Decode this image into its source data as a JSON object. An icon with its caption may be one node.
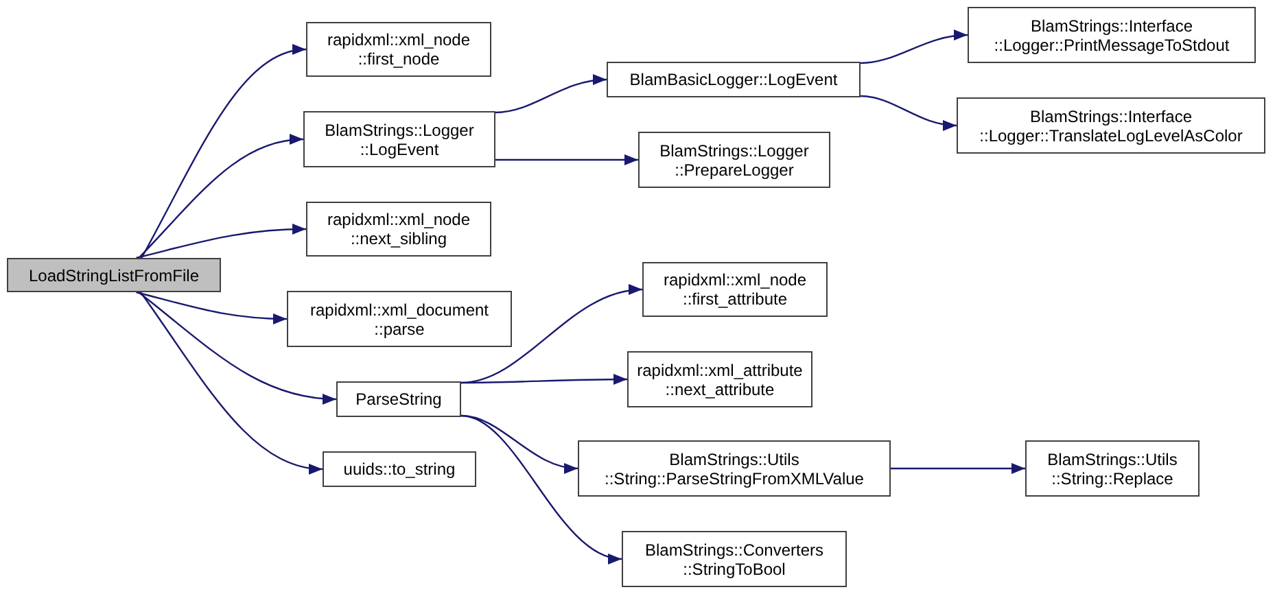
{
  "diagram": {
    "nodes": [
      {
        "text": [
          "LoadStringListFromFile"
        ]
      },
      {
        "text": [
          "rapidxml::xml_node ::first_node"
        ]
      },
      {
        "text": [
          "BlamStrings::Logger ::LogEvent"
        ]
      },
      {
        "text": [
          "rapidxml::xml_node ::next_sibling"
        ]
      },
      {
        "text": [
          "rapidxml::xml_document ::parse"
        ]
      },
      {
        "text": [
          "ParseString"
        ]
      },
      {
        "text": [
          "uuids::to_string"
        ]
      },
      {
        "text": [
          "BlamBasicLogger::LogEvent"
        ]
      },
      {
        "text": [
          "BlamStrings::Logger ::PrepareLogger"
        ]
      },
      {
        "text": [
          "rapidxml::xml_node ::first_attribute"
        ]
      },
      {
        "text": [
          "rapidxml::xml_attribute ::next_attribute"
        ]
      },
      {
        "text": [
          "BlamStrings::Utils ::String::ParseStringFromXMLValue"
        ]
      },
      {
        "text": [
          "BlamStrings::Converters ::StringToBool"
        ]
      },
      {
        "text": [
          "BlamStrings::Interface ::Logger::PrintMessageToStdout"
        ]
      },
      {
        "text": [
          "BlamStrings::Interface ::Logger::TranslateLogLevelAsColor"
        ]
      },
      {
        "text": [
          "BlamStrings::Utils ::String::Replace"
        ]
      }
    ],
    "edges": [
      {
        "from": 0,
        "to": 1,
        "arrow": "to"
      },
      {
        "from": 0,
        "to": 2,
        "arrow": "to"
      },
      {
        "from": 0,
        "to": 3,
        "arrow": "to"
      },
      {
        "from": 0,
        "to": 4,
        "arrow": "to"
      },
      {
        "from": 0,
        "to": 5,
        "arrow": "to"
      },
      {
        "from": 0,
        "to": 6,
        "arrow": "to"
      },
      {
        "from": 2,
        "to": 7,
        "arrow": "to"
      },
      {
        "from": 2,
        "to": 8,
        "arrow": "to"
      },
      {
        "from": 7,
        "to": 13,
        "arrow": "to"
      },
      {
        "from": 7,
        "to": 14,
        "arrow": "to"
      },
      {
        "from": 5,
        "to": 9,
        "arrow": "to"
      },
      {
        "from": 5,
        "to": 10,
        "arrow": "to"
      },
      {
        "from": 5,
        "to": 11,
        "arrow": "to"
      },
      {
        "from": 5,
        "to": 12,
        "arrow": "to"
      },
      {
        "from": 11,
        "to": 15,
        "arrow": "to"
      }
    ]
  }
}
